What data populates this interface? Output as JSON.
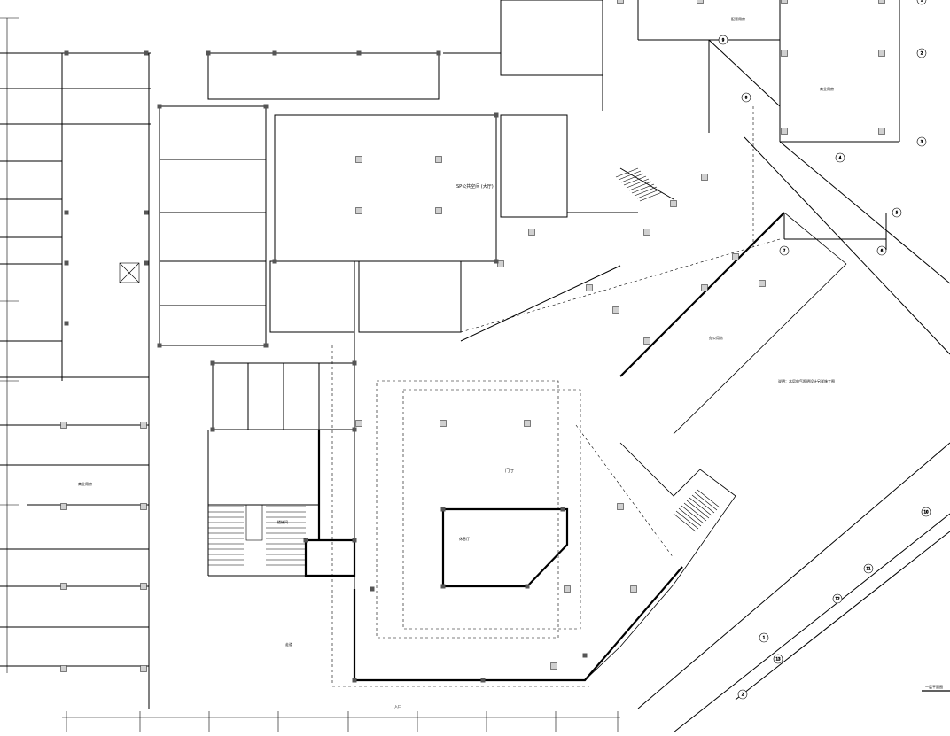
{
  "drawing": {
    "caption": "一层平面图",
    "color_line": "#000000",
    "color_column": "#555555",
    "color_fill_grey": "#cfcfcf"
  },
  "labels": {
    "main_hall": "SP公共空间 (大厅)",
    "atrium": "门厅",
    "shop_left": "商业用房",
    "shop_right": "商业用房",
    "shop_top_right": "配套用房",
    "lounge": "休息厅",
    "room_right": "办公用房",
    "stair_hall": "楼梯间",
    "entrance": "入口",
    "corridor": "走道",
    "notes": "说明：本层电气照明设计另详施工图"
  },
  "axis_numbers": [
    "1",
    "2",
    "3",
    "4",
    "5",
    "6",
    "7",
    "8",
    "9",
    "10",
    "11",
    "12",
    "13"
  ]
}
